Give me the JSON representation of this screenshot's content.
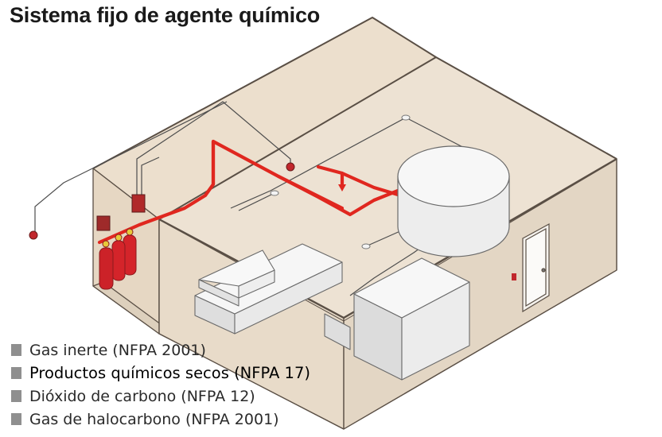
{
  "title": "Sistema fijo de agente químico",
  "colors": {
    "pipe_red": "#e0271f",
    "cylinder_red": "#d4242a",
    "wall": "#ecdfcd",
    "floor": "#e3d5c2",
    "outline": "#5a4f45",
    "legend_swatch": "#8f8f8f"
  },
  "legend": [
    {
      "label": "Gas inerte (NFPA 2001)"
    },
    {
      "label": "Productos químicos secos (NFPA 17)"
    },
    {
      "label": "Dióxido de carbono (NFPA 12)"
    },
    {
      "label": "Gas de halocarbono (NFPA 2001)"
    }
  ]
}
